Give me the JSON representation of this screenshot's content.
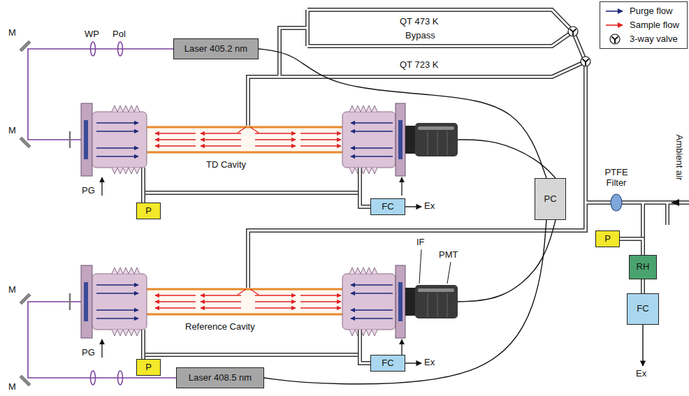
{
  "diagram": {
    "nodes": [
      {
        "text": [
          "Laser 405.2 nm"
        ]
      },
      {
        "text": [
          "TD Cavity"
        ]
      },
      {
        "text": [
          "P"
        ]
      },
      {
        "text": [
          "FC"
        ]
      },
      {
        "text": [
          "PC"
        ]
      },
      {
        "text": [
          "P"
        ]
      },
      {
        "text": [
          "RH"
        ]
      },
      {
        "text": [
          "FC"
        ]
      },
      {
        "text": [
          "Reference Cavity"
        ]
      },
      {
        "text": [
          "P"
        ]
      },
      {
        "text": [
          "FC"
        ]
      },
      {
        "text": [
          "Laser 408.5 nm"
        ]
      }
    ],
    "edges": [
      {
        "from": 0,
        "to": 4,
        "arrow": "none"
      },
      {
        "from": 1,
        "to": 4,
        "arrow": "none"
      },
      {
        "from": 1,
        "to": 2,
        "arrow": "none"
      },
      {
        "from": 1,
        "to": 3,
        "arrow": "none"
      },
      {
        "from": 5,
        "to": 6,
        "arrow": "none"
      },
      {
        "from": 6,
        "to": 7,
        "arrow": "none"
      },
      {
        "from": 8,
        "to": 9,
        "arrow": "none"
      },
      {
        "from": 8,
        "to": 10,
        "arrow": "none"
      },
      {
        "from": 8,
        "to": 4,
        "arrow": "none"
      },
      {
        "from": 11,
        "to": 4,
        "arrow": "none"
      }
    ],
    "labels": [
      "M",
      "WP",
      "Pol",
      "QT 473 K",
      "Bypass",
      "QT 723 K",
      "M",
      "PG",
      "Ex",
      "PTFE Filter",
      "Ambient air",
      "IF",
      "PMT",
      "M",
      "PG",
      "Ex",
      "Ex",
      "M"
    ],
    "legend": [
      {
        "text": "Purge flow"
      },
      {
        "text": "Sample flow"
      },
      {
        "text": "3-way valve"
      }
    ]
  }
}
